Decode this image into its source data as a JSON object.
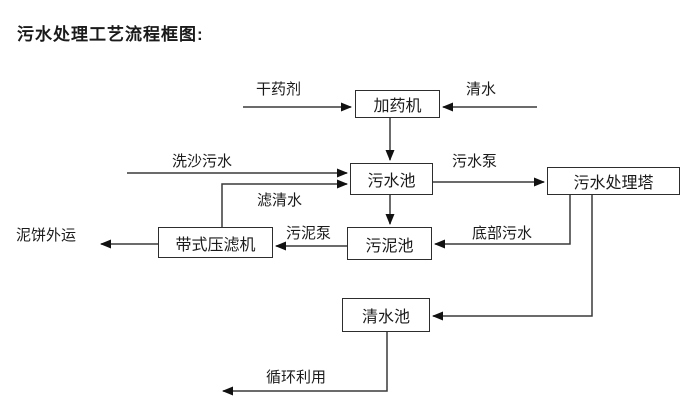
{
  "title": "污水处理工艺流程框图:",
  "colors": {
    "background": "#ffffff",
    "line": "#3a3a3a",
    "arrow": "#111111",
    "box_border": "#2d2d2d",
    "text": "#1a1a1a"
  },
  "nodes": {
    "dosing_machine": {
      "label": "加药机"
    },
    "sewage_pool": {
      "label": "污水池"
    },
    "treatment_tower": {
      "label": "污水处理塔"
    },
    "sludge_pool": {
      "label": "污泥池"
    },
    "belt_filter_press": {
      "label": "带式压滤机"
    },
    "clean_water_pool": {
      "label": "清水池"
    }
  },
  "edges": [
    {
      "from": "input-dry-agent",
      "to": "dosing_machine",
      "label": "干药剂"
    },
    {
      "from": "input-clean-water",
      "to": "dosing_machine",
      "label": "清水"
    },
    {
      "from": "dosing_machine",
      "to": "sewage_pool",
      "label": ""
    },
    {
      "from": "input-sand-washing",
      "to": "sewage_pool",
      "label": "洗沙污水"
    },
    {
      "from": "belt_filter_press",
      "to": "sewage_pool",
      "label": "滤清水"
    },
    {
      "from": "sewage_pool",
      "to": "treatment_tower",
      "label": "污水泵"
    },
    {
      "from": "sewage_pool",
      "to": "sludge_pool",
      "label": ""
    },
    {
      "from": "treatment_tower",
      "to": "sludge_pool",
      "label": "底部污水"
    },
    {
      "from": "sludge_pool",
      "to": "belt_filter_press",
      "label": "污泥泵"
    },
    {
      "from": "belt_filter_press",
      "to": "output-mud-cake",
      "label": "泥饼外运"
    },
    {
      "from": "treatment_tower",
      "to": "clean_water_pool",
      "label": ""
    },
    {
      "from": "clean_water_pool",
      "to": "output-recycle",
      "label": "循环利用"
    }
  ]
}
